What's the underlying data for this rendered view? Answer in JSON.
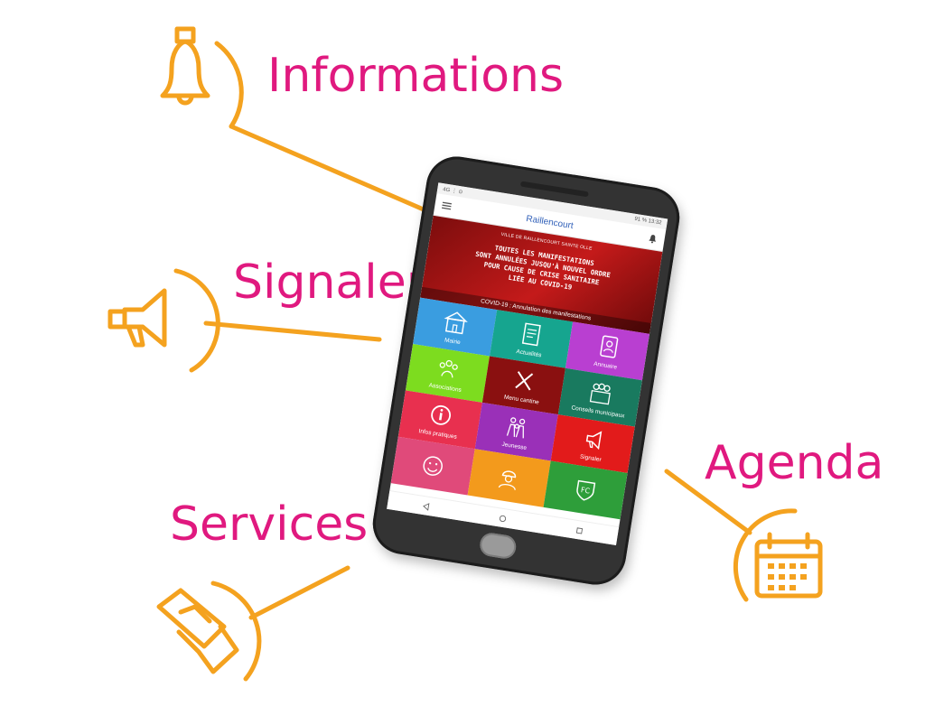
{
  "labels": {
    "informations": "Informations",
    "signaler": "Signaler",
    "services": "Services",
    "agenda": "Agenda"
  },
  "colors": {
    "label": "#e0197f",
    "lines": "#f4a21f",
    "phone_body": "#333333"
  },
  "icons": [
    "bell-icon",
    "megaphone-icon",
    "handshake-icon",
    "calendar-icon"
  ],
  "phone": {
    "status_left": "4G ⋮ ⊙",
    "status_right": "91 % 13:32",
    "app_title": "Raillencourt",
    "banner": {
      "ville": "VILLE DE RAILLENCOURT SAINTE OLLE",
      "line1": "TOUTES LES MANIFESTATIONS",
      "line2": "SONT ANNULÉES JUSQU'À NOUVEL ORDRE",
      "line3": "POUR CAUSE DE CRISE SANITAIRE",
      "line4": "LIÉE AU COVID-19",
      "caption": "COVID-19 : Annulation des manifestations"
    },
    "tiles": [
      {
        "label": "Mairie",
        "color": "#3a9de0",
        "icon": "town-hall-icon"
      },
      {
        "label": "Actualités",
        "color": "#16a58f",
        "icon": "news-icon"
      },
      {
        "label": "Annuaire",
        "color": "#b93fd1",
        "icon": "contacts-book-icon"
      },
      {
        "label": "Associations",
        "color": "#7ddc1f",
        "icon": "people-group-icon"
      },
      {
        "label": "Menu cantine",
        "color": "#8a1010",
        "icon": "cutlery-icon"
      },
      {
        "label": "Conseils municipaux",
        "color": "#197a5f",
        "icon": "council-people-icon"
      },
      {
        "label": "Infos pratiques",
        "color": "#e8304f",
        "icon": "info-icon"
      },
      {
        "label": "Jeunesse",
        "color": "#9a30b8",
        "icon": "family-icon"
      },
      {
        "label": "Signaler",
        "color": "#e21b1b",
        "icon": "megaphone-icon"
      },
      {
        "label": "",
        "color": "#e04a7a",
        "icon": "smiley-icon"
      },
      {
        "label": "",
        "color": "#f39a1c",
        "icon": "worker-icon"
      },
      {
        "label": "",
        "color": "#2e9e3a",
        "icon": "football-club-icon"
      }
    ]
  }
}
